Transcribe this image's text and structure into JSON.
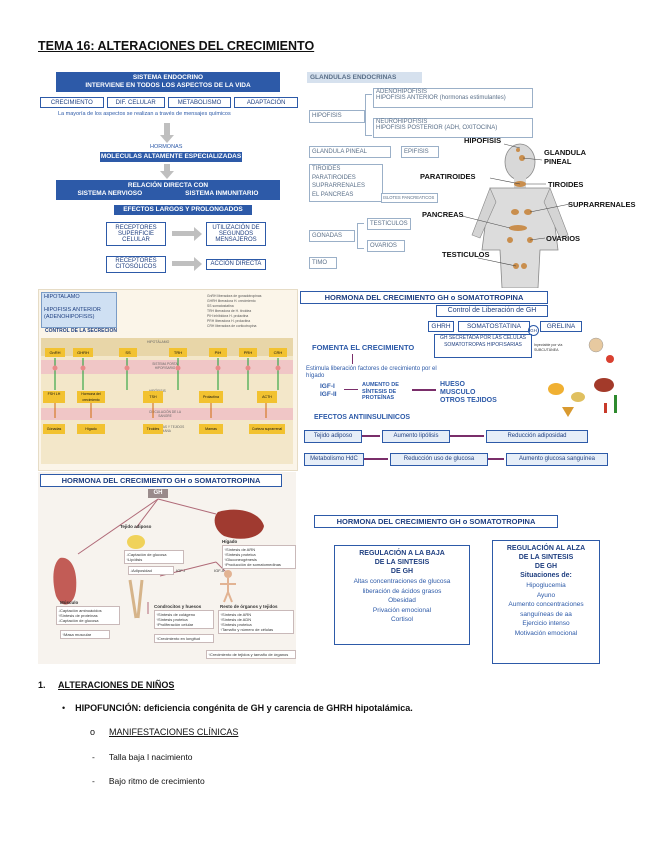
{
  "title": "TEMA 16: ALTERACIONES DEL CRECIMIENTO",
  "endocrine": {
    "bar1_line1": "SISTEMA ENDOCRINO",
    "bar1_line2": "INTERVIENE EN TODOS LOS ASPECTOS DE LA VIDA",
    "aspects": [
      "CRECIMIENTO",
      "DIF. CELULAR",
      "METABOLISMO",
      "ADAPTACIÓN"
    ],
    "aspects_note": "La mayoría de los aspectos se realizan a través de mensajes químicos",
    "hormonas": "HORMONAS",
    "bar2": "MOLECULAS ALTAMENTE ESPECIALIZADAS",
    "bar3_line1": "RELACIÓN DIRECTA CON",
    "bar3_left": "SISTEMA NERVIOSO",
    "bar3_right": "SISTEMA INMUNITARIO",
    "bar4": "EFECTOS LARGOS Y PROLONGADOS",
    "row1_left": "RECEPTORES SUPERFICIE CELULAR",
    "row1_right": "UTILIZACIÓN DE SEGUNDOS MENSAJEROS",
    "row2_left": "RECEPTORES CITOSÓLICOS",
    "row2_right": "ACCIÓN DIRECTA"
  },
  "glands": {
    "header": "GLANDULAS ENDOCRINAS",
    "hipofisis": "HIPOFISIS",
    "adeno_1": "ADENOHIPOFISIS",
    "adeno_2": "HIPOFISIS ANTERIOR (hormonas estimulantes)",
    "neuro_1": "NEUROHIPOFISIS",
    "neuro_2": "HIPOFISIS POSTERIOR (ADH, OXITOCINA)",
    "pineal": "GLANDULA PINEAL",
    "epifisis": "EPIFISIS",
    "group": [
      "TIROIDES",
      "PARATIROIDES",
      "SUPRARRENALES",
      "EL PANCREAS"
    ],
    "islotes": "ISLOTES PANCREATICOS",
    "gonadas": "GONADAS",
    "testiculos": "TESTICULOS",
    "ovarios": "OVARIOS",
    "timo": "TIMO"
  },
  "body_labels": {
    "hipofisis": "HIPOFISIS",
    "glandula_pineal": "GLANDULA PINEAL",
    "paratiroides": "PARATIROIDES",
    "tiroides": "TIROIDES",
    "suprarrenales": "SUPRARRENALES",
    "pancreas": "PANCREAS",
    "ovarios": "OVARIOS",
    "testiculos": "TESTICULOS"
  },
  "control": {
    "hipotalamo": "HIPOTALAMO",
    "hipofisis_ant": "HIPOFISIS ANTERIOR (ADENOHIPOFISIS)",
    "control_label": "CONTROL DE LA SECRECION",
    "legend": [
      "GnRH liberadora de gonadotropinas",
      "GHRH liberadora H. crecimiento",
      "SS somatostatina",
      "TRH liberadora de H. tiroidea",
      "PIH inhibidora H. prolactina",
      "PRH liberadora H. prolactina",
      "CRH liberadora de corticotropina"
    ],
    "row_labels": [
      "HIPOTÁLAMO",
      "SISTEMA PORTA HIPOFISARIO",
      "HIPÓFISIS",
      "CIRCULACIÓN DE LA SANGRE",
      "GLÁNDULAS Y TEJIDOS DIANA"
    ],
    "top_boxes": [
      "GnRH",
      "GHRH",
      "SS",
      "TRH",
      "PIH",
      "PRH",
      "CRH"
    ],
    "mid_boxes": [
      "FSH LH",
      "Hormona del crecimiento",
      "TSH",
      "Prolactina",
      "ACTH"
    ],
    "bot_boxes": [
      "Gónadas",
      "Hígado",
      "Tiroides",
      "Mamas",
      "Corteza suprarrenal"
    ]
  },
  "gh_right": {
    "header": "HORMONA DEL CRECIMIENTO GH o SOMATOTROPINA",
    "control_title": "Control de Liberación de GH",
    "ghrh": "GHRH",
    "somatostatina": "SOMATOSTATINA",
    "grelina": "GRELINA",
    "gh_small": "GH",
    "secretada": "GH SECRETADA POR LAS CÉLULAS SOMATOTROPAS HIPOFISARIAS",
    "fomenta": "FOMENTA EL CRECIMIENTO",
    "estimula": "Estimula liberación factores de crecimiento por el hígado",
    "igf1": "IGF-I",
    "igf2": "IGF-II",
    "aumento": "AUMENTO DE SÍNTESIS DE PROTEÍNAS",
    "hueso": "HUESO",
    "musculo": "MUSCULO",
    "otros": "OTROS TEJIDOS",
    "efectos": "EFECTOS ANTIINSULINICOS",
    "tejido_adiposo": "Tejido adiposo",
    "aumento_lipolisis": "Aumento lipólisis",
    "reduccion_adiposidad": "Reducción adiposidad",
    "metabolismo_hc": "Metabolismo HdC",
    "reduccion_glucosa": "Reducción uso de glucosa",
    "aumento_glucosa": "Aumento glucosa sanguínea",
    "mini_caption": "Inyectable por vía SUBCUTÁNEA"
  },
  "gh_left": {
    "header": "HORMONA DEL CRECIMIENTO GH o SOMATOTROPINA",
    "gh": "GH",
    "higado": "Hígado",
    "higado_items": [
      "↑Síntesis de ARN",
      "↑Síntesis proteica",
      "↑Gluconeogénesis",
      "↑Producción de somatomedinas"
    ],
    "adiposo": "Tejido adiposo",
    "adiposo_items": [
      "↓Captación de glucosa",
      "↑Lipólisis"
    ],
    "adiposidad": "↓Adiposidad",
    "musculo": "Músculo",
    "musculo_items": [
      "↓Captación aminoácidos",
      "↑Síntesis de proteínas",
      "↓Captación de glucosa"
    ],
    "masa": "↑Masa muscular",
    "igf1": "IGF-I",
    "igf2": "IGF-II",
    "condrocitos": "Condrocitos y huesos",
    "cond_items": [
      "↑Síntesis de colágeno",
      "↑Síntesis proteica",
      "↑Proliferación celular"
    ],
    "crecimiento_long": "↑Crecimiento en longitud",
    "resto": "Resto de órganos y tejidos",
    "resto_items": [
      "↑Síntesis de ARN",
      "↑Síntesis de ADN",
      "↑Síntesis proteica",
      "↑Tamaño y número de células"
    ],
    "crecimiento_tejidos": "↑Crecimiento de tejidos y tamaño de órganos"
  },
  "regulacion": {
    "header": "HORMONA DEL CRECIMIENTO GH o SOMATOTROPINA",
    "baja_title": [
      "REGULACIÓN A LA BAJA",
      "DE LA SINTESIS",
      "DE GH"
    ],
    "baja_items": [
      "Altas concentraciones de glucosa",
      "liberación de ácidos grasos",
      "Obesidad",
      "Privación emocional",
      "Cortisol"
    ],
    "alza_title": [
      "REGULACIÓN AL ALZA",
      "DE LA SINTESIS",
      "DE GH",
      "Situaciones de:"
    ],
    "alza_items": [
      "Hipoglucemia",
      "Ayuno",
      "Aumento concentraciones",
      "sanguíneas de aa",
      "Ejercicio intenso",
      "Motivación emocional"
    ]
  },
  "text": {
    "section_num": "1.",
    "section_title": "ALTERACIONES DE NIÑOS",
    "bullet_label": "HIPOFUNCIÓN",
    "bullet_text": ": deficiencia congénita de GH y carencia de GHRH hipotalámica.",
    "sub_marker": "o",
    "sub_title": "MANIFESTACIONES CLÍNICAS",
    "dash_items": [
      "Talla baja l nacimiento",
      "Bajo ritmo de crecimiento"
    ]
  }
}
